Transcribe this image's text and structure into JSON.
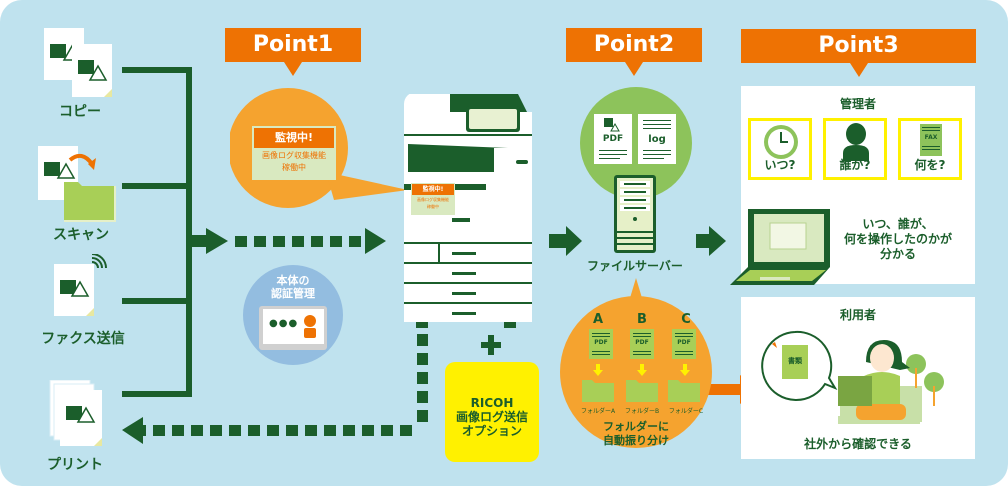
{
  "colors": {
    "background": "#bfe2ee",
    "dark_green": "#1b5e2b",
    "light_green": "#a8cf57",
    "orange": "#ee7203",
    "light_orange": "#f5a32f",
    "yellow": "#fff100",
    "blue_circle": "#93bde0"
  },
  "sources": [
    {
      "label": "コピー",
      "icon": "copy-document-icon"
    },
    {
      "label": "スキャン",
      "icon": "scan-folder-icon"
    },
    {
      "label": "ファクス送信",
      "icon": "fax-document-icon"
    },
    {
      "label": "プリント",
      "icon": "print-documents-icon"
    }
  ],
  "point1": {
    "tag": "Point1",
    "monitor_badge": "監視中!",
    "monitor_line1": "画像ログ収集機能",
    "monitor_line2": "稼働中",
    "auth_line1": "本体の",
    "auth_line2": "認証管理",
    "auth_dots": "●●●"
  },
  "mfp": {
    "badge": "監視中!",
    "line1": "画像ログ収集機能",
    "line2": "稼働中"
  },
  "plus_sign": "+",
  "option": {
    "line1": "RICOH",
    "line2": "画像ログ送信",
    "line3": "オプション"
  },
  "point2": {
    "tag": "Point2",
    "doc1": "PDF",
    "doc2": "log",
    "server_label": "ファイルサーバー",
    "folders": [
      {
        "letter": "A",
        "doc": "PDF",
        "folder_label": "フォルダーA"
      },
      {
        "letter": "B",
        "doc": "PDF",
        "folder_label": "フォルダーB"
      },
      {
        "letter": "C",
        "doc": "PDF",
        "folder_label": "フォルダーC"
      }
    ],
    "sort_line1": "フォルダーに",
    "sort_line2": "自動振り分け"
  },
  "point3": {
    "tag": "Point3",
    "admin": {
      "title": "管理者",
      "questions": [
        {
          "label": "いつ?",
          "icon": "clock-icon"
        },
        {
          "label": "誰が?",
          "icon": "person-icon"
        },
        {
          "label": "何を?",
          "icon": "fax-document-icon",
          "doc_text": "FAX"
        }
      ],
      "summary_line1": "いつ、誰が、",
      "summary_line2": "何を操作したのかが",
      "summary_line3": "分かる"
    },
    "user": {
      "title": "利用者",
      "bubble_doc": "書類",
      "caption": "社外から確認できる"
    }
  }
}
